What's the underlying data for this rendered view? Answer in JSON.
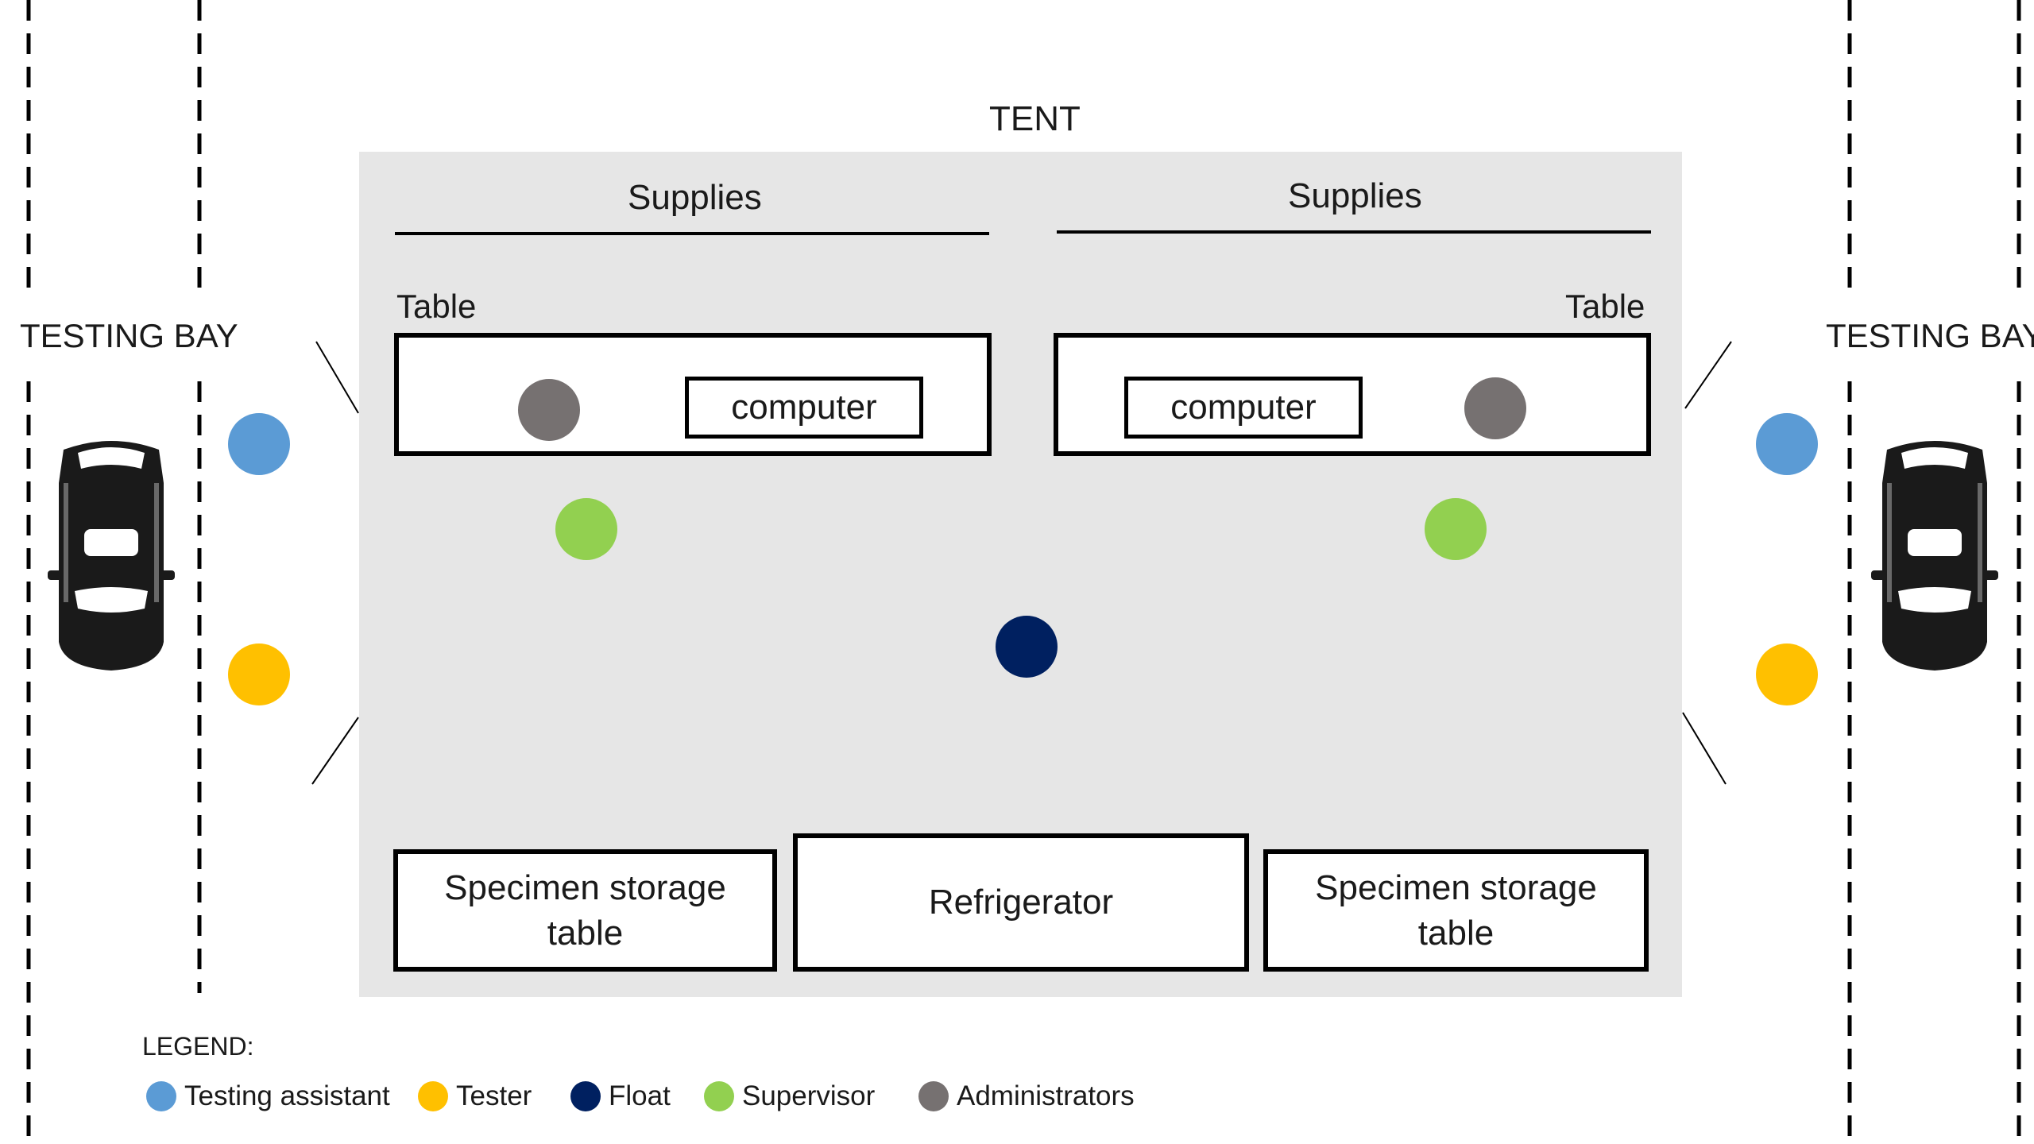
{
  "title": "TENT",
  "bays": {
    "left": "TESTING BAY",
    "right": "TESTING BAY"
  },
  "supplies": {
    "left": "Supplies",
    "right": "Supplies"
  },
  "tables": {
    "left_label": "Table",
    "right_label": "Table"
  },
  "computers": {
    "left": "computer",
    "right": "computer"
  },
  "bottom": {
    "storage_left": "Specimen storage\ntable",
    "refrigerator": "Refrigerator",
    "storage_right": "Specimen storage\ntable"
  },
  "legend": {
    "title": "LEGEND:",
    "items": [
      {
        "label": "Testing assistant",
        "color": "#5b9bd5",
        "icon": "circle"
      },
      {
        "label": "Tester",
        "color": "#ffc000",
        "icon": "circle"
      },
      {
        "label": "Float",
        "color": "#002060",
        "icon": "circle"
      },
      {
        "label": "Supervisor",
        "color": "#92d050",
        "icon": "circle"
      },
      {
        "label": "Administrators",
        "color": "#767171",
        "icon": "circle"
      }
    ]
  },
  "colors": {
    "tent": "#e6e6e6",
    "testing_assistant": "#5b9bd5",
    "tester": "#ffc000",
    "float": "#002060",
    "supervisor": "#92d050",
    "administrator": "#767171"
  }
}
